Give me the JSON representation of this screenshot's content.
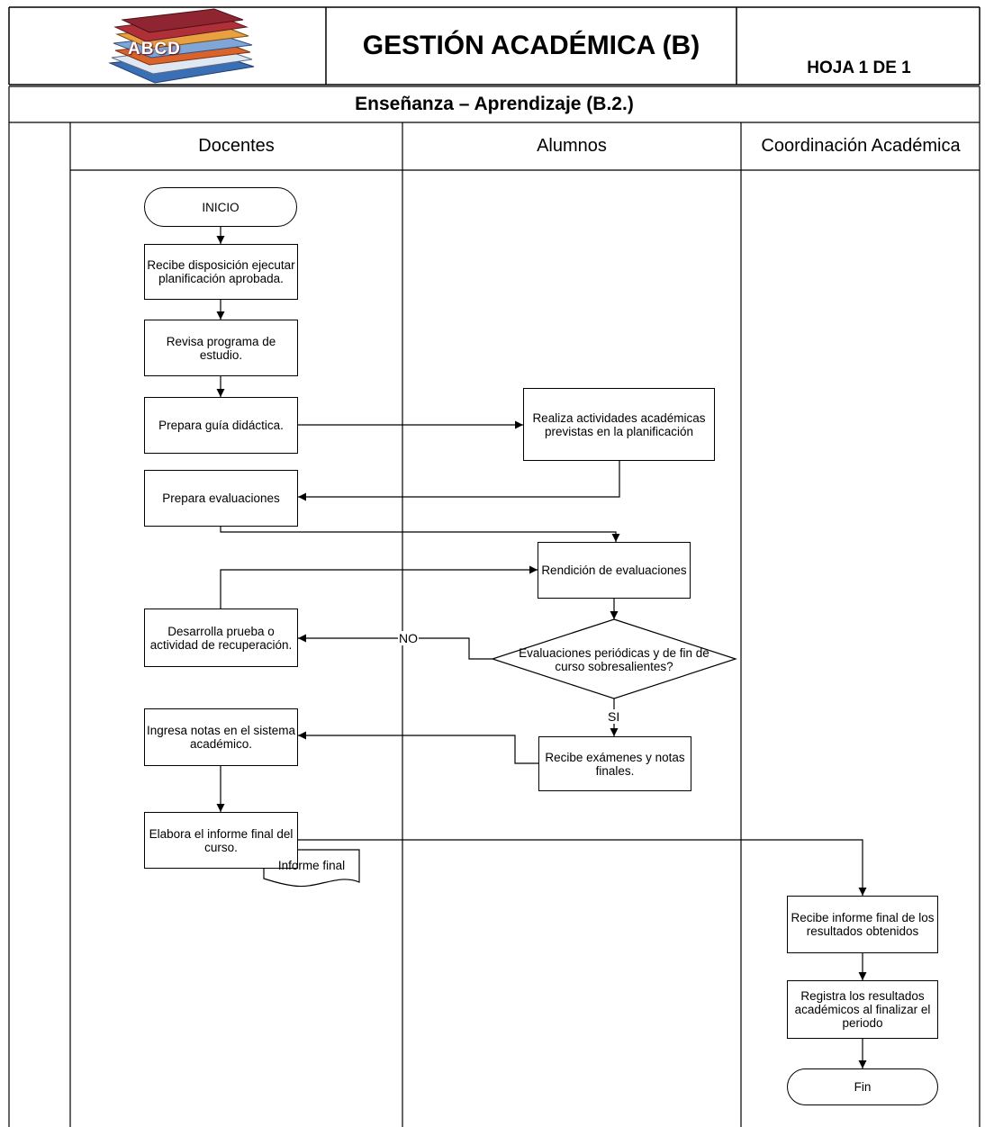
{
  "header": {
    "logo_text": "ABCD",
    "title": "GESTIÓN ACADÉMICA  (B)",
    "page_label": "HOJA 1 DE 1"
  },
  "section": {
    "title": "Enseñanza – Aprendizaje (B.2.)"
  },
  "lanes": [
    {
      "id": "docentes",
      "label": "Docentes"
    },
    {
      "id": "alumnos",
      "label": "Alumnos"
    },
    {
      "id": "coordinacion",
      "label": "Coordinación Académica"
    }
  ],
  "nodes": {
    "inicio": "INICIO",
    "recibe_disposicion": "Recibe disposición ejecutar planificación aprobada.",
    "revisa_programa": "Revisa programa de estudio.",
    "prepara_guia": "Prepara guía didáctica.",
    "realiza_actividades": "Realiza actividades académicas previstas en la planificación",
    "prepara_evaluaciones": "Prepara evaluaciones",
    "rendicion": "Rendición de evaluaciones",
    "desarrolla_prueba": "Desarrolla prueba o actividad de recuperación.",
    "decision": "Evaluaciones periódicas y de fin de curso sobresalientes?",
    "recibe_examenes": "Recibe exámenes y notas finales.",
    "ingresa_notas": "Ingresa notas en el sistema académico.",
    "elabora_informe": "Elabora el informe final del curso.",
    "informe_doc": "Informe final",
    "recibe_informe": "Recibe informe final de los resultados obtenidos",
    "registra_resultados": "Registra los resultados académicos al finalizar el periodo",
    "fin": "Fin"
  },
  "edge_labels": {
    "no": "NO",
    "si": "SI"
  }
}
